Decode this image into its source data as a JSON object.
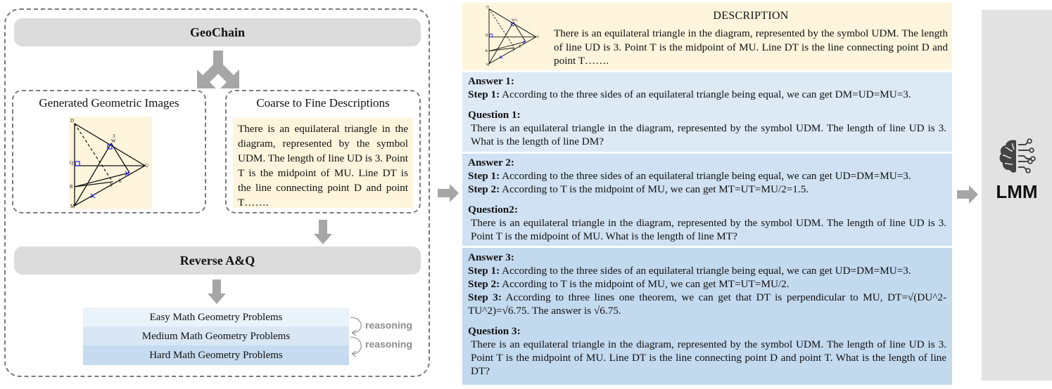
{
  "left": {
    "geochain_title": "GeoChain",
    "images_title": "Generated Geometric Images",
    "descriptions_title": "Coarse to Fine Descriptions",
    "description_text": "There is an equilateral triangle in the diagram, represented by the symbol UDM. The length of line UD is 3. Point T is the midpoint of MU. Line DT is the line connecting point D and point T…….",
    "reverse_title": "Reverse A&Q",
    "levels": [
      "Easy Math Geometry Problems",
      "Medium Math Geometry Problems",
      "Hard Math Geometry Problems"
    ],
    "reasoning_labels": [
      "reasoning",
      "reasoning"
    ]
  },
  "figure": {
    "points": [
      "D",
      "W",
      "Q",
      "U",
      "R",
      "E",
      "T",
      "M"
    ],
    "side_label": "3"
  },
  "right": {
    "description_heading": "DESCRIPTION",
    "description_text": "There is an equilateral triangle in the diagram, represented by the symbol UDM. The length of line UD is 3. Point T is the midpoint of MU. Line DT is the line connecting point D and point T…….",
    "answer1": {
      "label": "Answer 1:",
      "steps": [
        {
          "label": "Step 1:",
          "text": " According to the three sides of an equilateral triangle being equal, we can get DM=UD=MU=3."
        }
      ]
    },
    "question1": {
      "label": "Question  1:",
      "text": "There is an equilateral triangle in the diagram, represented by the symbol UDM. The length of line UD is 3. What is the length of line DM?"
    },
    "answer2": {
      "label": "Answer 2:",
      "steps": [
        {
          "label": "Step 1:",
          "text": " According to the three sides of an equilateral triangle being equal, we can get UD=DM=MU=3."
        },
        {
          "label": "Step 2:",
          "text": " According to T is the midpoint of MU, we can get MT=UT=MU/2=1.5."
        }
      ]
    },
    "question2": {
      "label": "Question2:",
      "text": "There is an equilateral triangle in the diagram, represented by the symbol UDM. The length of line UD is 3. Point T is the midpoint of MU. What is the length of line MT?"
    },
    "answer3": {
      "label": "Answer 3:",
      "steps": [
        {
          "label": "Step 1:",
          "text": " According to the three sides of an equilateral triangle being equal, we can get UD=DM=MU=3."
        },
        {
          "label": "Step 2:",
          "text": " According to T is the midpoint of MU, we can get MT=UT=MU/2."
        },
        {
          "label": "Step 3:",
          "text": " According to three lines one theorem, we can get that DT is perpendicular to MU, DT=√(DU^2-TU^2)=√6.75. The answer is √6.75."
        }
      ]
    },
    "question3": {
      "label": "Question 3:",
      "text": "There is an equilateral triangle in the diagram, represented by the symbol UDM. The length of line UD is 3. Point T is the midpoint of MU. Line DT is the line connecting point D and point T. What is the length of line DT?"
    }
  },
  "lmm": {
    "label": "LMM",
    "icon": "brain-circuit-icon"
  },
  "colors": {
    "gray_bar": "#dcdcdc",
    "description_bg": "#fff5dc",
    "easy_bg": "#eaf2fa",
    "medium_bg": "#d9e7f5",
    "hard_bg": "#c6dbef",
    "arrow": "#a6a6a6"
  }
}
